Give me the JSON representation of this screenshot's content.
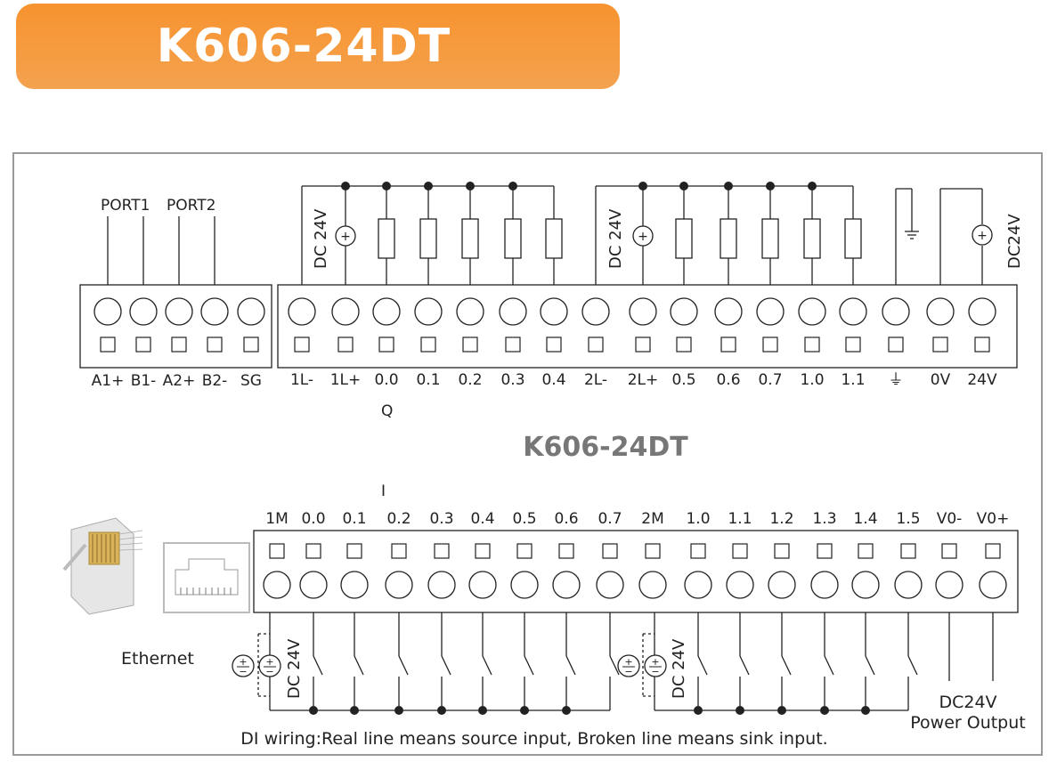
{
  "title": "K606-24DT",
  "model_label": "K606-24DT",
  "ports": {
    "port1": "PORT1",
    "port2": "PORT2"
  },
  "comm_terminals": [
    "A1+",
    "B1-",
    "A2+",
    "B2-",
    "SG"
  ],
  "output_terminals": [
    "1L-",
    "1L+",
    "0.0",
    "0.1",
    "0.2",
    "0.3",
    "0.4",
    "2L-",
    "2L+",
    "0.5",
    "0.6",
    "0.7",
    "1.0",
    "1.1",
    "⏚",
    "0V",
    "24V"
  ],
  "output_group_label": "Q",
  "input_group_label": "I",
  "input_terminals": [
    "1M",
    "0.0",
    "0.1",
    "0.2",
    "0.3",
    "0.4",
    "0.5",
    "0.6",
    "0.7",
    "2M",
    "1.0",
    "1.1",
    "1.2",
    "1.3",
    "1.4",
    "1.5",
    "V0-",
    "V0+"
  ],
  "dc_label": "DC 24V",
  "dc_label_right": "DC24V",
  "power_output": {
    "line1": "DC24V",
    "line2": "Power Output"
  },
  "ethernet_label": "Ethernet",
  "footnote": "DI wiring:Real line means source input, Broken line means sink input.",
  "colors": {
    "banner": "#f58f2d",
    "line": "#222222",
    "frame": "#9a9a9a"
  }
}
